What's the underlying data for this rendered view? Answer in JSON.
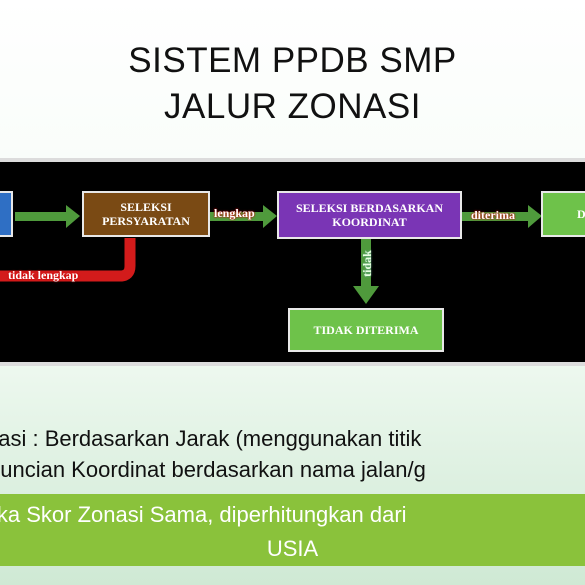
{
  "title": {
    "line1": "SISTEM PPDB SMP",
    "line2": "JALUR ZONASI"
  },
  "flow": {
    "box_seleksi_persyaratan": "SELEKSI PERSYARATAN",
    "box_seleksi_koordinat": "SELEKSI BERDASARKAN KOORDINAT",
    "box_diterima_partial": "D",
    "box_tidak_diterima": "TIDAK DITERIMA",
    "label_lengkap": "lengkap",
    "label_diterima": "diterima",
    "label_tidak": "tidak",
    "label_tidak_lengkap": "tidak lengkap",
    "colors": {
      "blue_box": "#2f6fc4",
      "brown_box": "#7a4a14",
      "purple_box": "#7a35b5",
      "green_box": "#6ec24a",
      "arrow_green": "#4f9a3c",
      "arrow_red": "#d31b1b"
    }
  },
  "description": {
    "line1": "nasi : Berdasarkan Jarak (menggunakan titik",
    "line2": "guncian Koordinat berdasarkan nama jalan/g"
  },
  "note": {
    "line1": "ika Skor Zonasi Sama, diperhitungkan dari",
    "line2": "USIA",
    "band_color": "#8ac23b"
  }
}
